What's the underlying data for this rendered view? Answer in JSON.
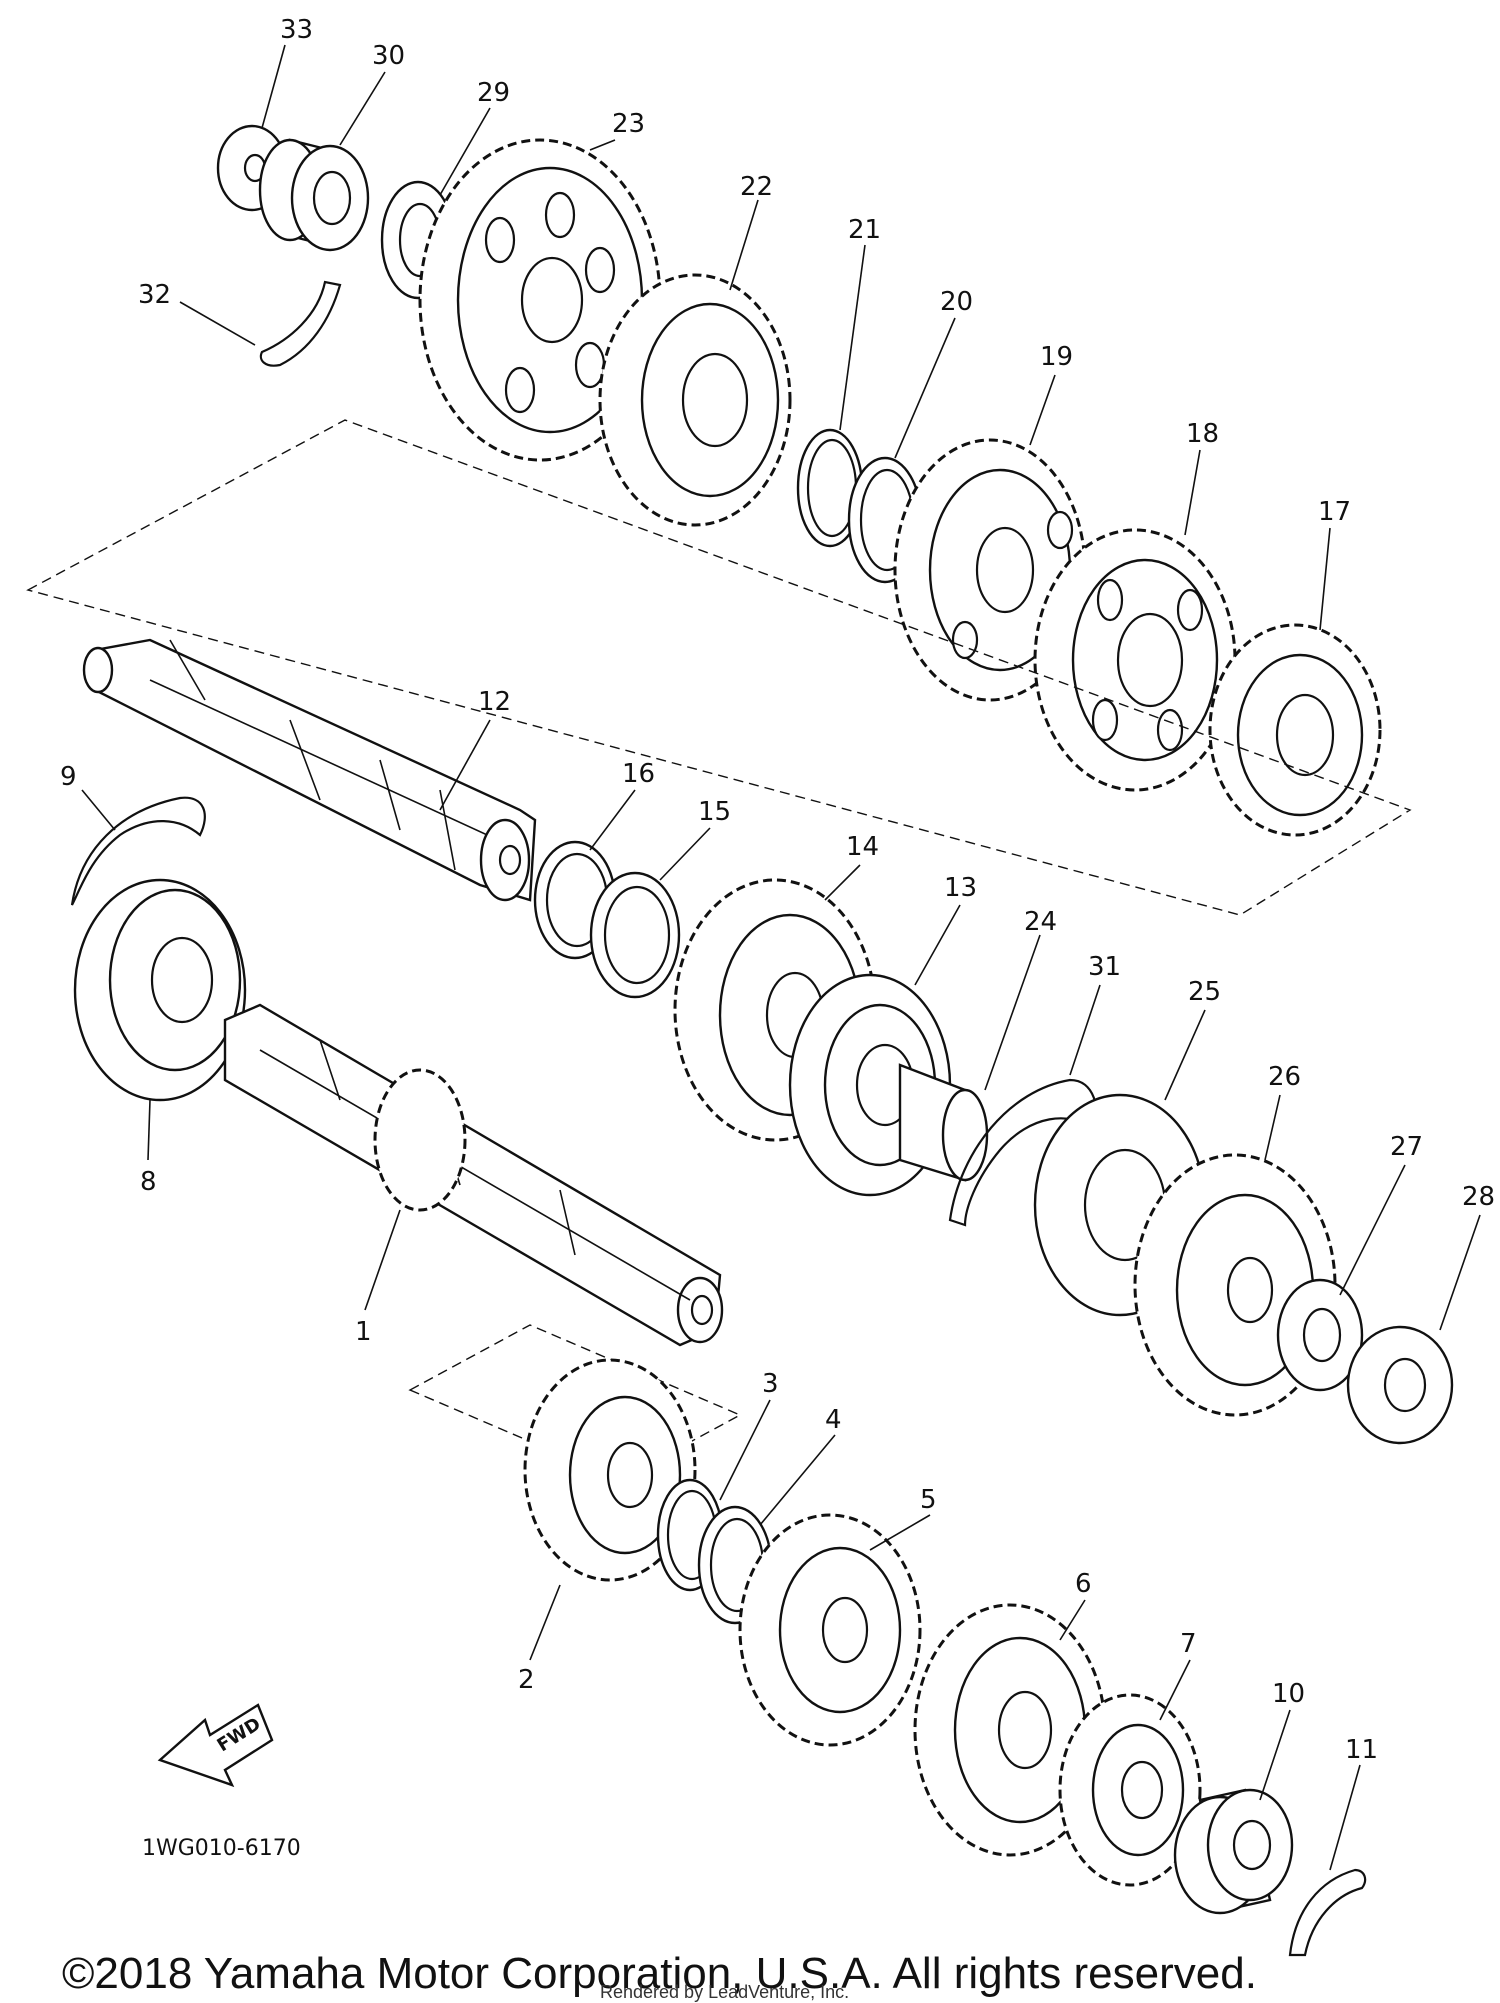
{
  "diagram": {
    "part_numbers": [
      "1",
      "2",
      "3",
      "4",
      "5",
      "6",
      "7",
      "8",
      "9",
      "10",
      "11",
      "12",
      "13",
      "14",
      "15",
      "16",
      "17",
      "18",
      "19",
      "20",
      "21",
      "22",
      "23",
      "24",
      "25",
      "26",
      "27",
      "28",
      "29",
      "30",
      "31",
      "32",
      "33"
    ],
    "direction_arrow_label": "FWD",
    "diagram_code": "1WG010-6170",
    "copyright": "©2018 Yamaha Motor Corporation, U.S.A. All rights reserved.",
    "credit": "Rendered by LeadVenture, Inc."
  }
}
